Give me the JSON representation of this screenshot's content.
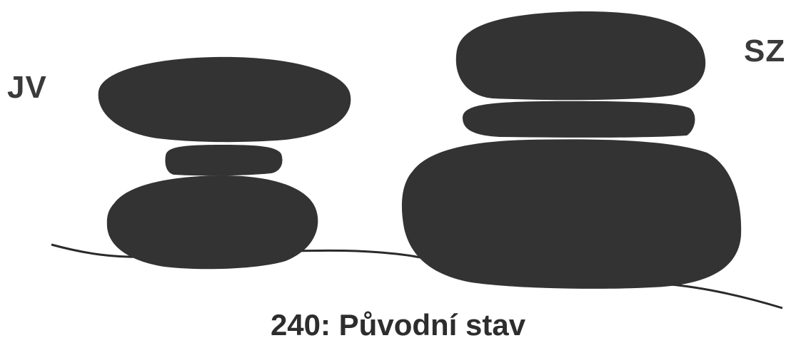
{
  "labels": {
    "left_side": "JV",
    "right_side": "SZ"
  },
  "caption": "240: Původní stav",
  "colors": {
    "rock_fill": "#333333",
    "ground_line": "#2a2a2a",
    "joint_line": "#ffffff",
    "label_text": "#3a3a3a",
    "background": "#ffffff"
  }
}
